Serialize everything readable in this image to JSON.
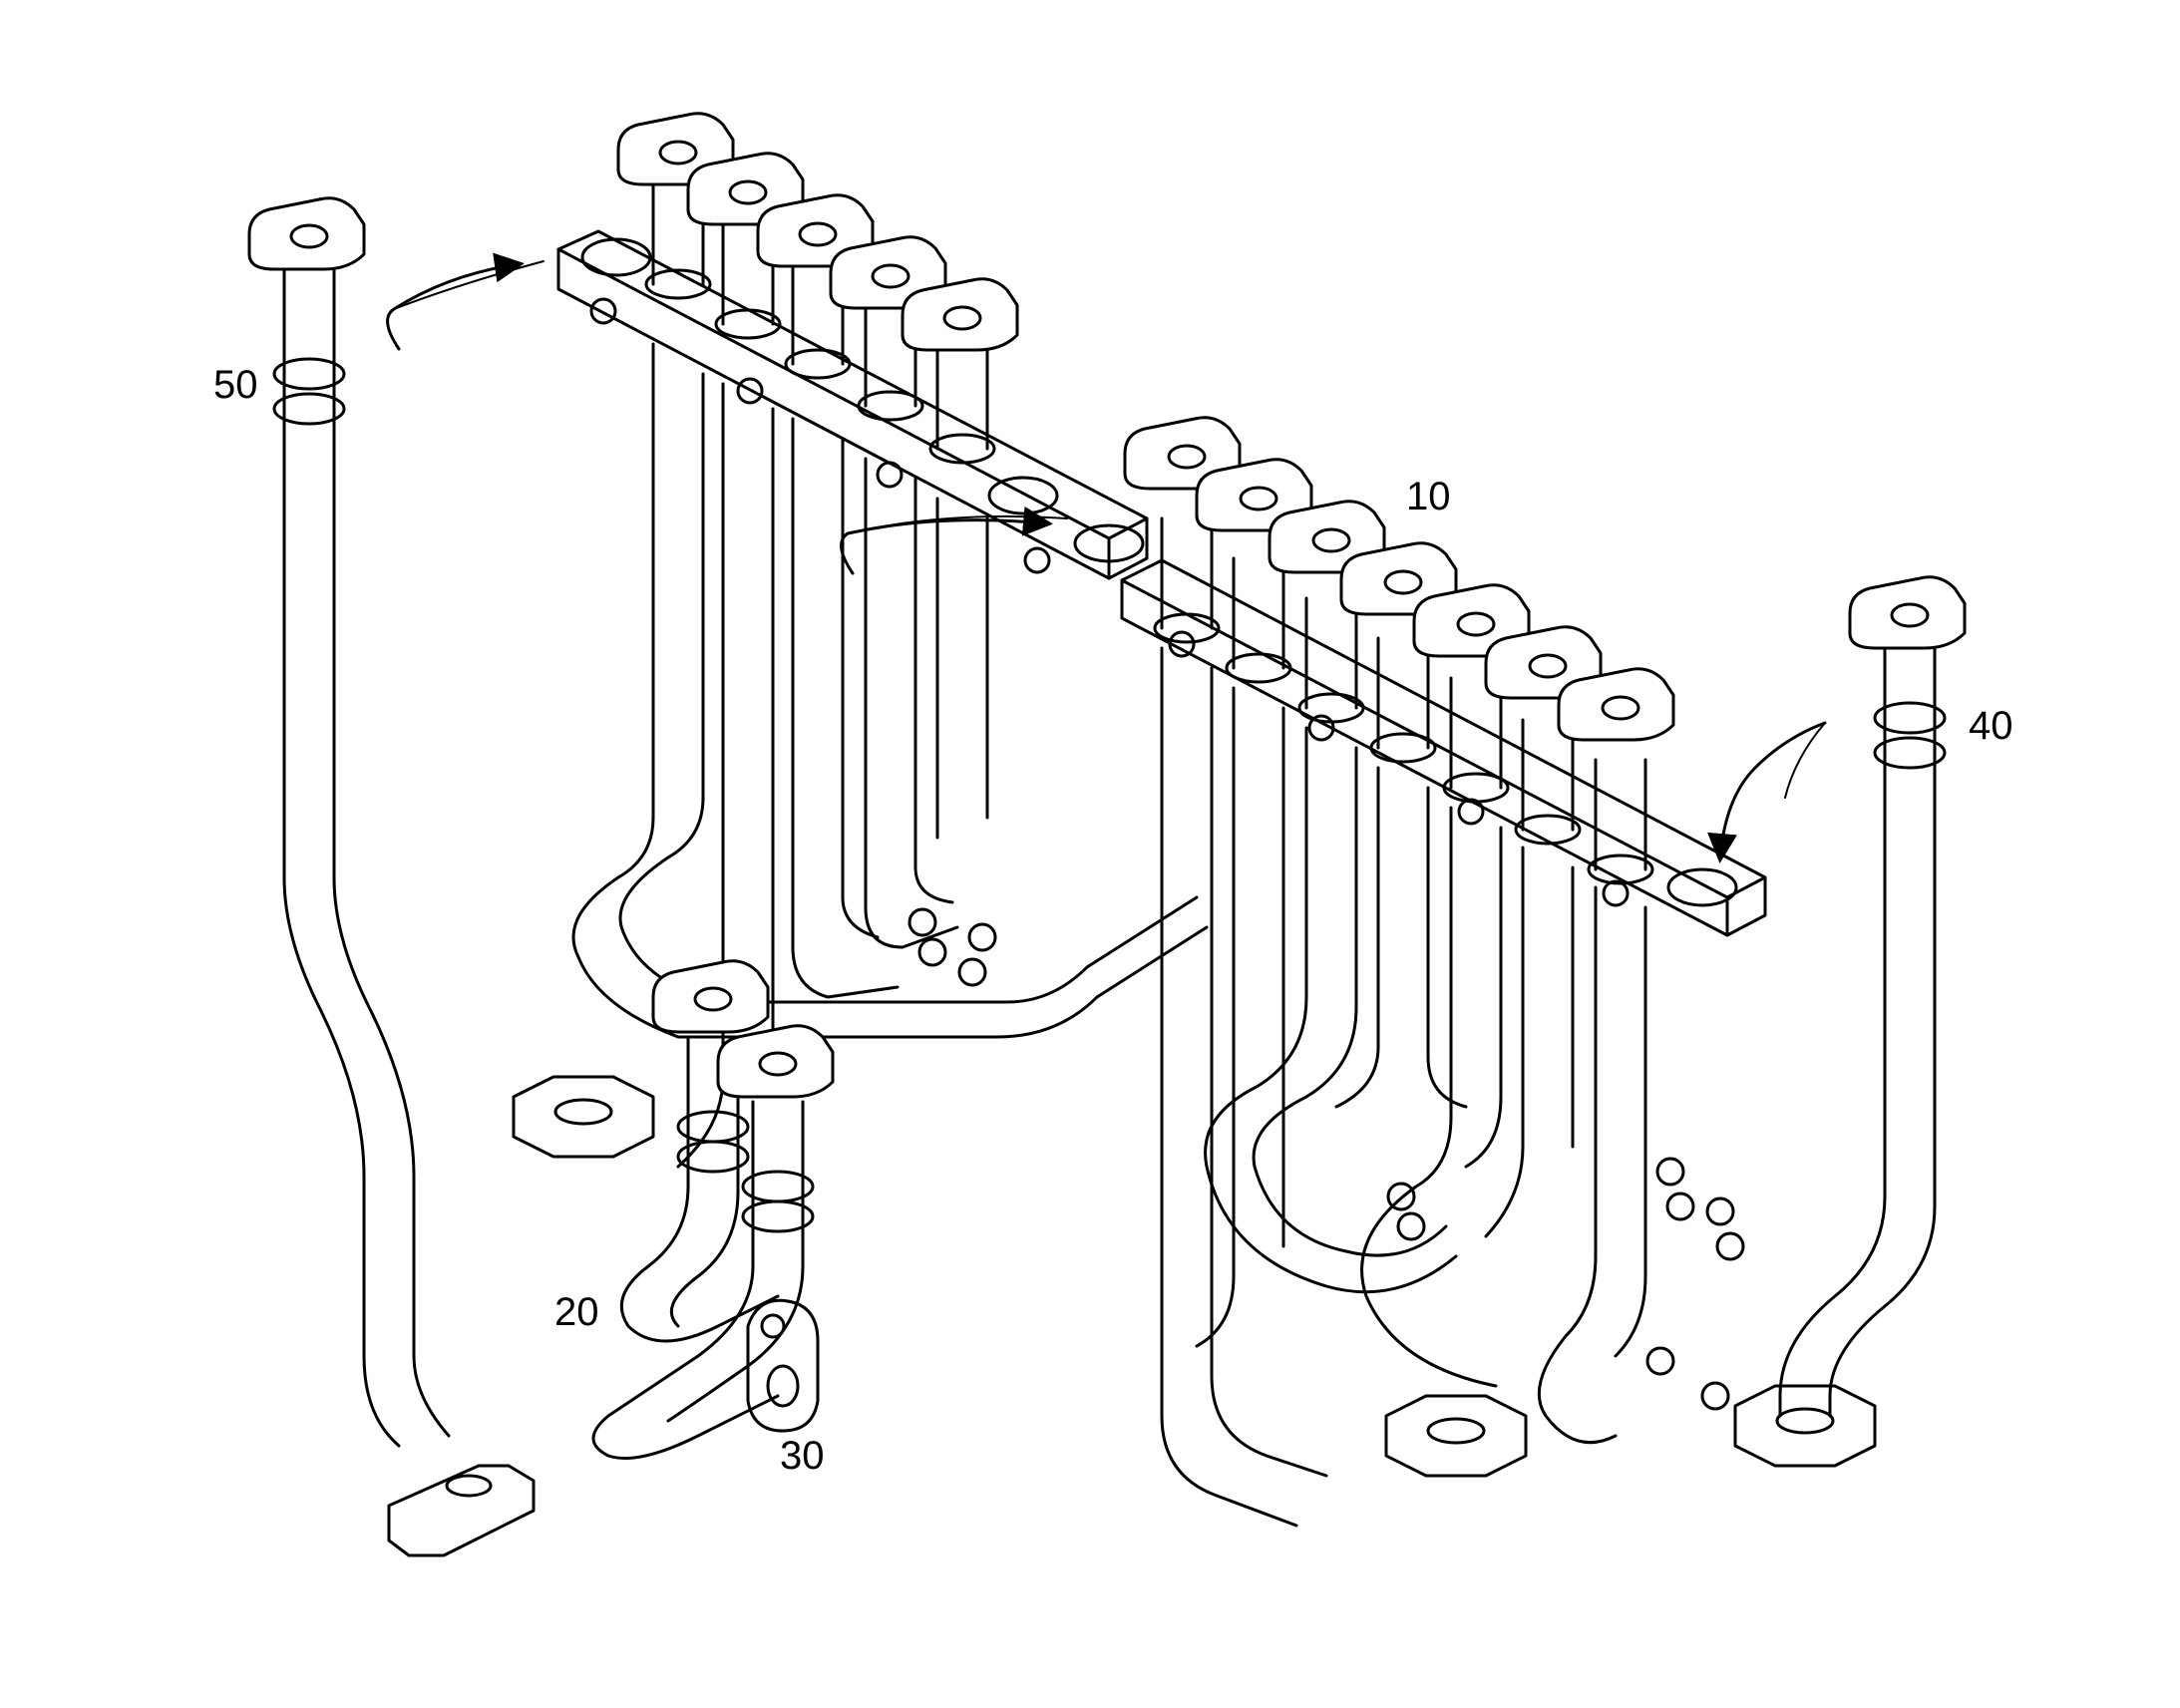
{
  "labels": {
    "assembly": "10",
    "pipe_left_inner": "20",
    "pipe_left_outer": "30",
    "pipe_right": "40",
    "pipe_far_left": "50"
  },
  "colors": {
    "line": "#000000",
    "background": "#ffffff"
  },
  "icons": {
    "flow_arrow": "flow-arrow-icon"
  }
}
